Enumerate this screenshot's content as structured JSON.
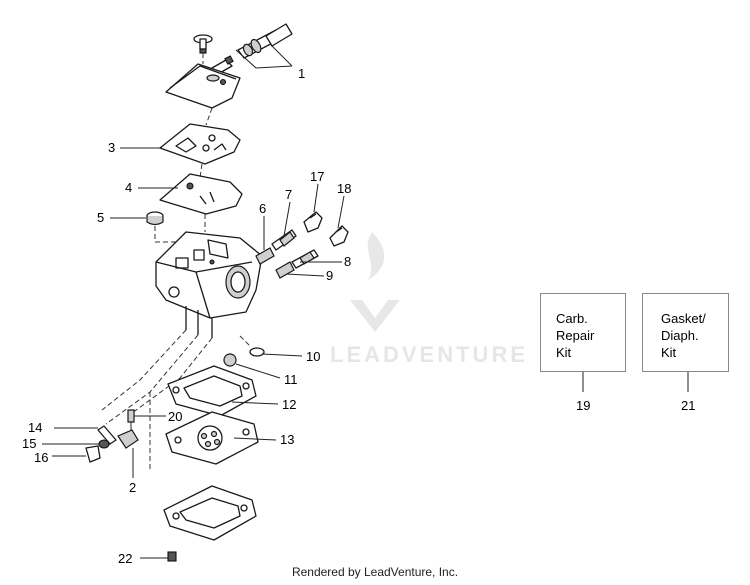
{
  "diagram": {
    "callouts": [
      "1",
      "3",
      "4",
      "5",
      "6",
      "7",
      "17",
      "18",
      "8",
      "9",
      "10",
      "11",
      "12",
      "20",
      "14",
      "15",
      "16",
      "2",
      "13",
      "22"
    ],
    "kits": [
      {
        "lines": [
          "Carb.",
          "Repair",
          "Kit"
        ],
        "number": "19"
      },
      {
        "lines": [
          "Gasket/",
          "Diaph.",
          "Kit"
        ],
        "number": "21"
      }
    ]
  },
  "watermark": "LEADVENTURE",
  "footer": "Rendered by LeadVenture, Inc."
}
